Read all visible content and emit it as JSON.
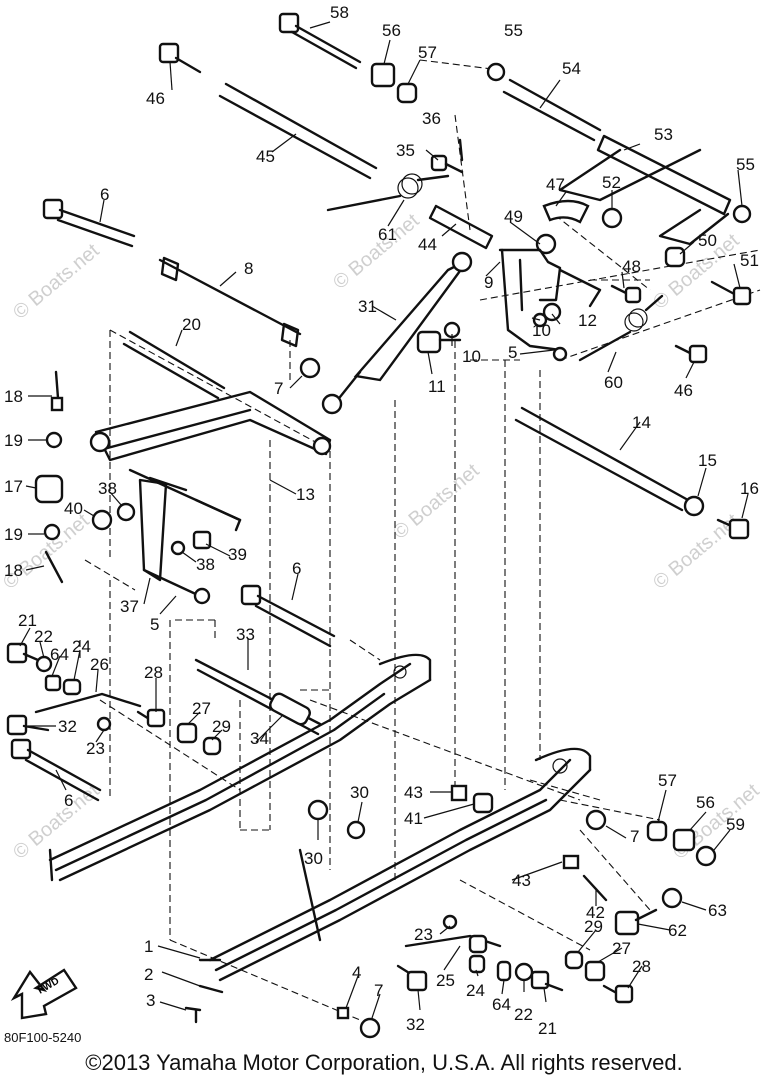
{
  "diagram": {
    "diagram_code": "80F100-5240",
    "copyright": "©2013 Yamaha Motor Corporation, U.S.A. All rights reserved.",
    "watermark": "© Boats.net",
    "fwd_label": "FWD",
    "callouts": [
      "58",
      "56",
      "55",
      "46",
      "57",
      "54",
      "36",
      "53",
      "45",
      "35",
      "55",
      "52",
      "47",
      "61",
      "6",
      "49",
      "50",
      "44",
      "48",
      "51",
      "9",
      "8",
      "31",
      "12",
      "10",
      "20",
      "10",
      "11",
      "5",
      "60",
      "46",
      "7",
      "18",
      "14",
      "19",
      "13",
      "15",
      "16",
      "17",
      "38",
      "40",
      "19",
      "39",
      "38",
      "18",
      "37",
      "6",
      "5",
      "33",
      "21",
      "22",
      "64",
      "24",
      "26",
      "28",
      "27",
      "29",
      "32",
      "34",
      "23",
      "6",
      "43",
      "30",
      "57",
      "56",
      "41",
      "7",
      "59",
      "30",
      "43",
      "42",
      "63",
      "62",
      "23",
      "29",
      "27",
      "28",
      "1",
      "25",
      "2",
      "24",
      "4",
      "7",
      "64",
      "22",
      "21",
      "3",
      "32"
    ]
  }
}
